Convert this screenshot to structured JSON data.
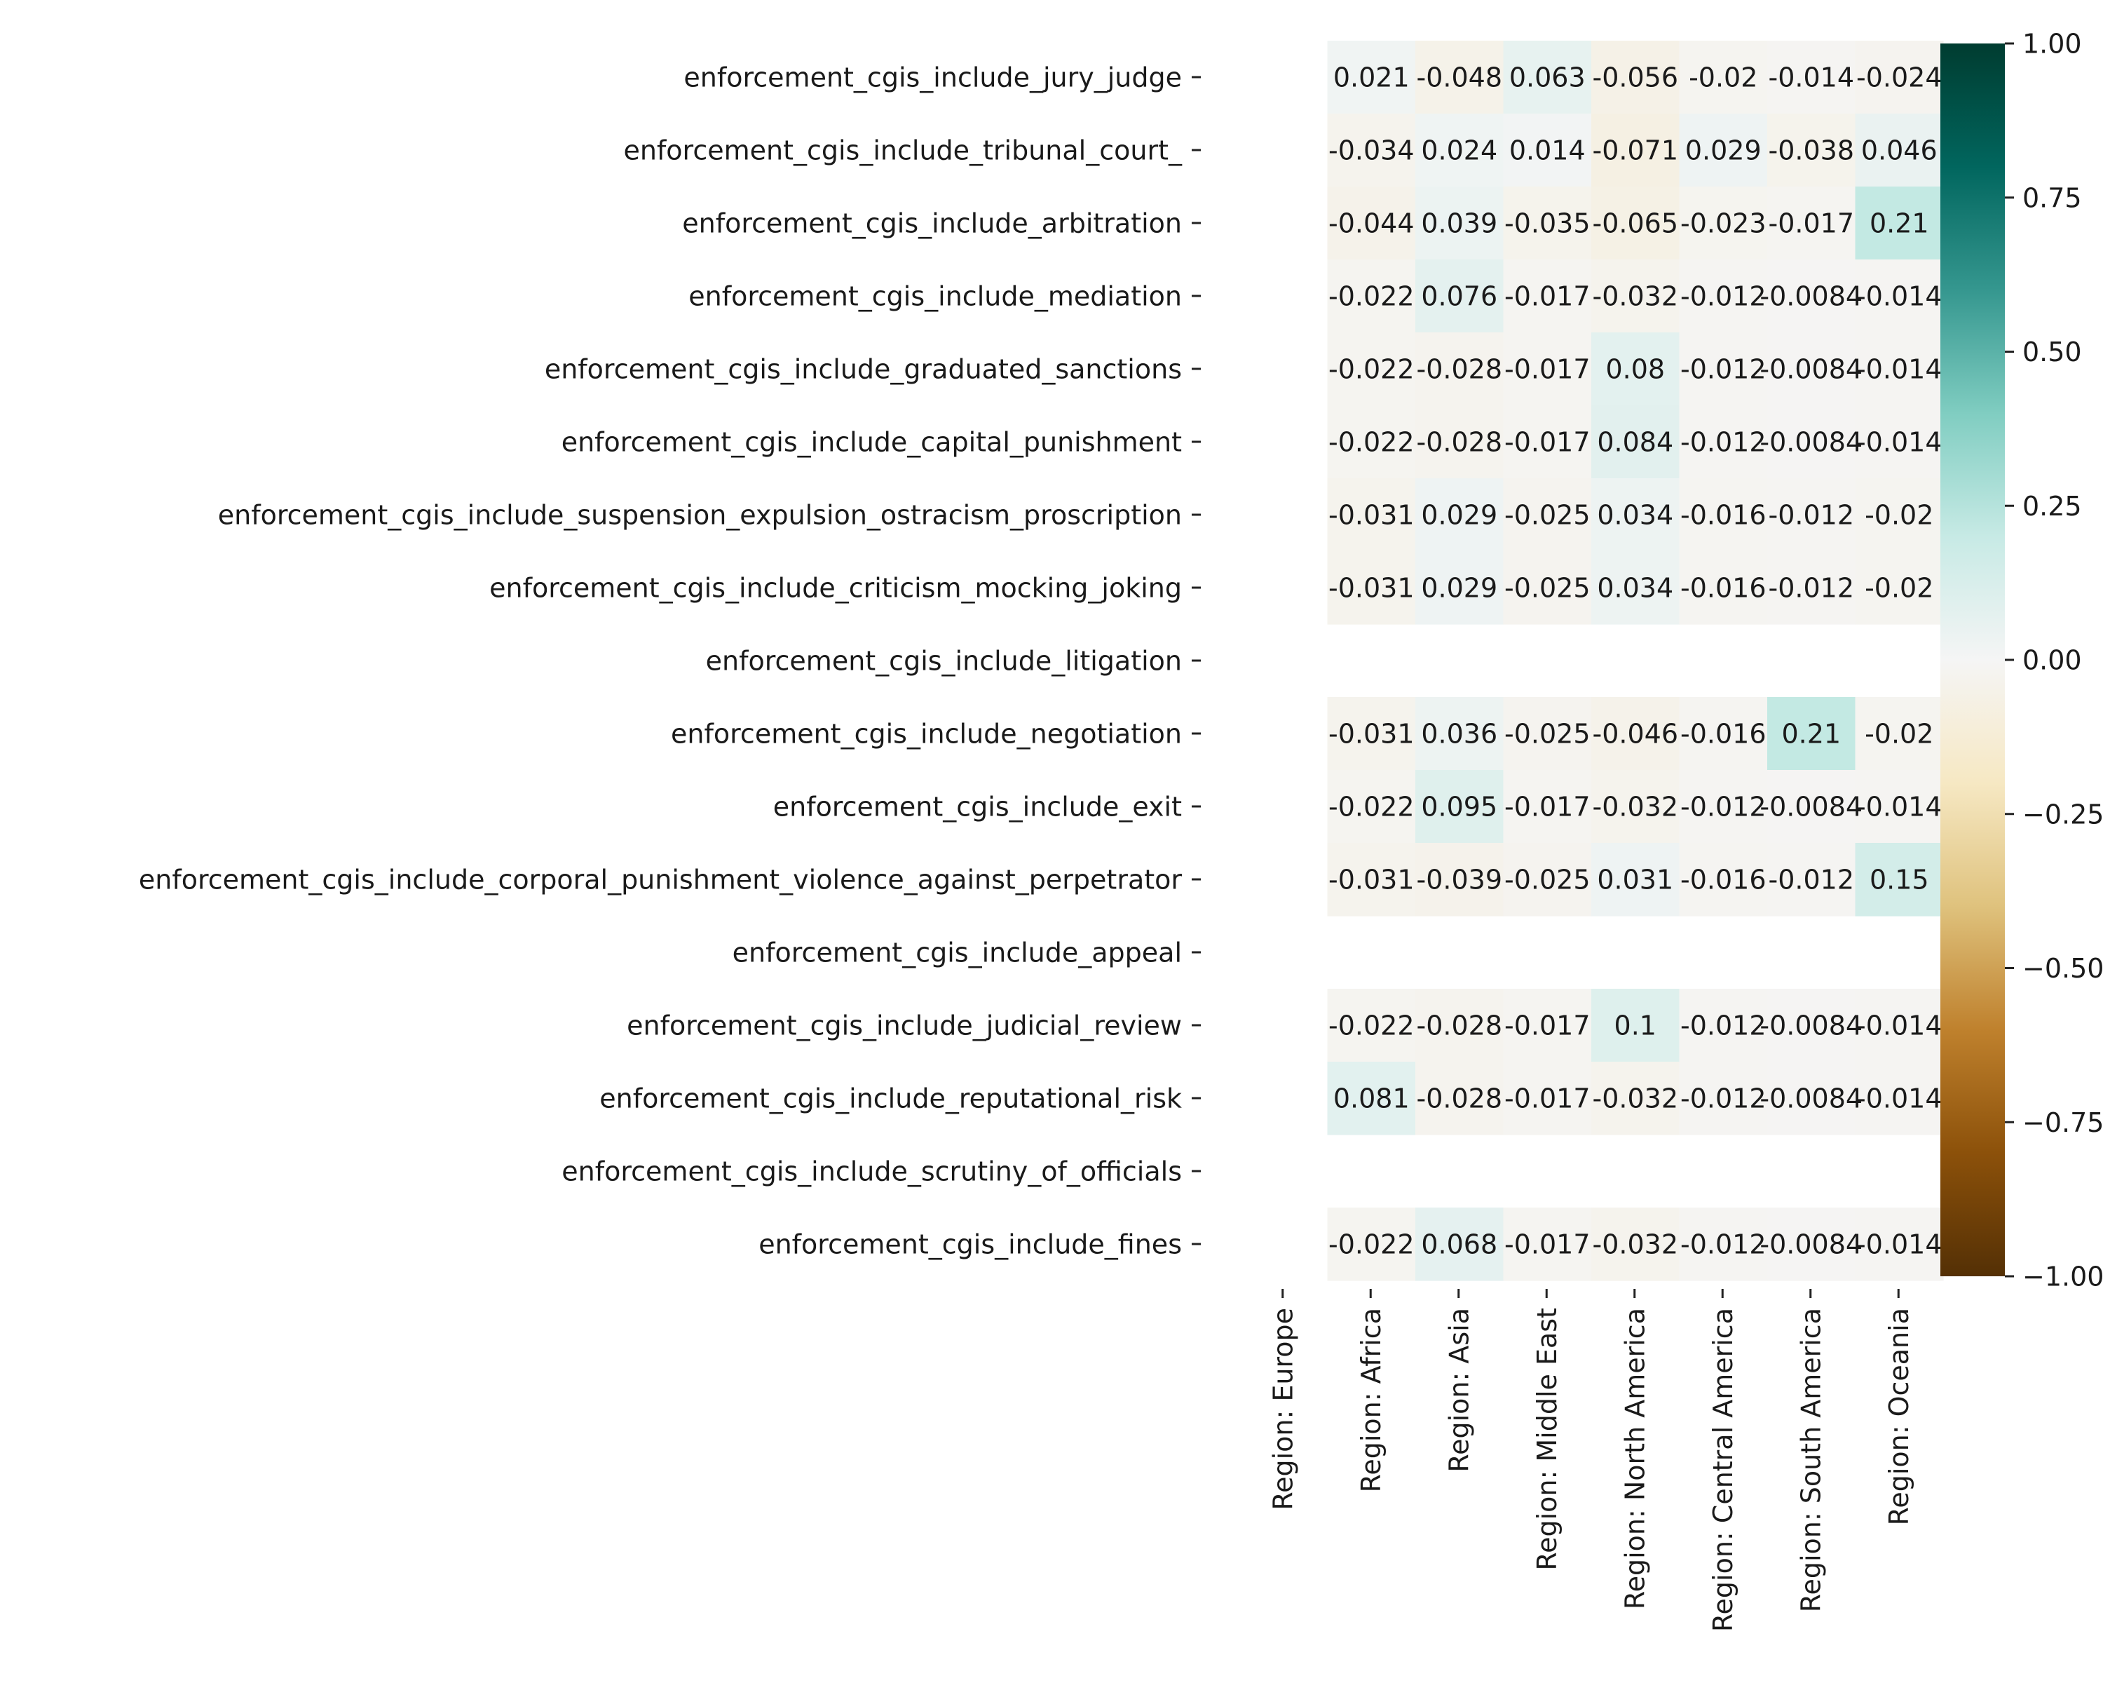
{
  "chart_data": {
    "type": "heatmap",
    "title": "",
    "xlabel": "",
    "ylabel": "",
    "colormap": "BrBG",
    "vmin": -1,
    "vmax": 1,
    "x_categories": [
      "Region: Europe",
      "Region: Africa",
      "Region: Asia",
      "Region: Middle East",
      "Region: North America",
      "Region: Central America",
      "Region: South America",
      "Region: Oceania"
    ],
    "y_categories": [
      "enforcement_cgis_include_jury_judge",
      "enforcement_cgis_include_tribunal_court_",
      "enforcement_cgis_include_arbitration",
      "enforcement_cgis_include_mediation",
      "enforcement_cgis_include_graduated_sanctions",
      "enforcement_cgis_include_capital_punishment",
      "enforcement_cgis_include_suspension_expulsion_ostracism_proscription",
      "enforcement_cgis_include_criticism_mocking_joking",
      "enforcement_cgis_include_litigation",
      "enforcement_cgis_include_negotiation",
      "enforcement_cgis_include_exit",
      "enforcement_cgis_include_corporal_punishment_violence_against_perpetrator",
      "enforcement_cgis_include_appeal",
      "enforcement_cgis_include_judicial_review",
      "enforcement_cgis_include_reputational_risk",
      "enforcement_cgis_include_scrutiny_of_officials",
      "enforcement_cgis_include_fines"
    ],
    "values": [
      [
        null,
        0.021,
        -0.048,
        0.063,
        -0.056,
        -0.02,
        -0.014,
        -0.024
      ],
      [
        null,
        -0.034,
        0.024,
        0.014,
        -0.071,
        0.029,
        -0.038,
        0.046
      ],
      [
        null,
        -0.044,
        0.039,
        -0.035,
        -0.065,
        -0.023,
        -0.017,
        0.21
      ],
      [
        null,
        -0.022,
        0.076,
        -0.017,
        -0.032,
        -0.012,
        -0.0084,
        -0.014
      ],
      [
        null,
        -0.022,
        -0.028,
        -0.017,
        0.08,
        -0.012,
        -0.0084,
        -0.014
      ],
      [
        null,
        -0.022,
        -0.028,
        -0.017,
        0.084,
        -0.012,
        -0.0084,
        -0.014
      ],
      [
        null,
        -0.031,
        0.029,
        -0.025,
        0.034,
        -0.016,
        -0.012,
        -0.02
      ],
      [
        null,
        -0.031,
        0.029,
        -0.025,
        0.034,
        -0.016,
        -0.012,
        -0.02
      ],
      [
        null,
        null,
        null,
        null,
        null,
        null,
        null,
        null
      ],
      [
        null,
        -0.031,
        0.036,
        -0.025,
        -0.046,
        -0.016,
        0.21,
        -0.02
      ],
      [
        null,
        -0.022,
        0.095,
        -0.017,
        -0.032,
        -0.012,
        -0.0084,
        -0.014
      ],
      [
        null,
        -0.031,
        -0.039,
        -0.025,
        0.031,
        -0.016,
        -0.012,
        0.15
      ],
      [
        null,
        null,
        null,
        null,
        null,
        null,
        null,
        null
      ],
      [
        null,
        -0.022,
        -0.028,
        -0.017,
        0.1,
        -0.012,
        -0.0084,
        -0.014
      ],
      [
        null,
        0.081,
        -0.028,
        -0.017,
        -0.032,
        -0.012,
        -0.0084,
        -0.014
      ],
      [
        null,
        null,
        null,
        null,
        null,
        null,
        null,
        null
      ],
      [
        null,
        -0.022,
        0.068,
        -0.017,
        -0.032,
        -0.012,
        -0.0084,
        -0.014
      ]
    ],
    "colorbar": {
      "range": [
        -1,
        1
      ],
      "ticks": [
        1,
        0.75,
        0.5,
        0.25,
        0,
        -0.25,
        -0.5,
        -0.75,
        -1
      ],
      "tick_labels": [
        "1.00",
        "0.75",
        "0.50",
        "0.25",
        "0.00",
        "−0.25",
        "−0.50",
        "−0.75",
        "−1.00"
      ]
    }
  }
}
